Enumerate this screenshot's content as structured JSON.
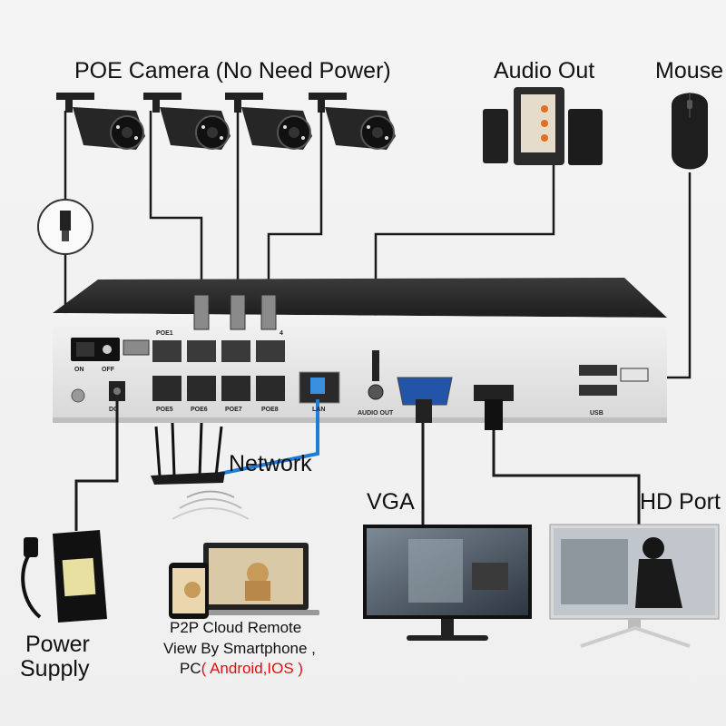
{
  "labels": {
    "poe_camera": "POE Camera (No Need Power)",
    "audio_out": "Audio Out",
    "mouse": "Mouse",
    "network": "Network",
    "vga": "VGA",
    "hd_port": "HD Port",
    "power_supply_1": "Power",
    "power_supply_2": "Supply",
    "p2p_line1": "P2P Cloud Remote",
    "p2p_line2": "View By Smartphone ,",
    "p2p_line3_prefix": "PC",
    "p2p_line3_red": "( Android,IOS )"
  },
  "panel": {
    "on": "ON",
    "off": "OFF",
    "poe1": "POE1",
    "poe_top_right": "4",
    "poe5": "POE5",
    "poe6": "POE6",
    "poe7": "POE7",
    "poe8": "POE8",
    "lan": "LAN",
    "dc": "DC",
    "audio_out_port": "AUDIO OUT",
    "usb": "USB"
  },
  "colors": {
    "accent_red": "#e01010",
    "cable": "#1a1a1a",
    "lan_cable": "#1e7bd8",
    "nvr_body": "#2a2a2a"
  }
}
